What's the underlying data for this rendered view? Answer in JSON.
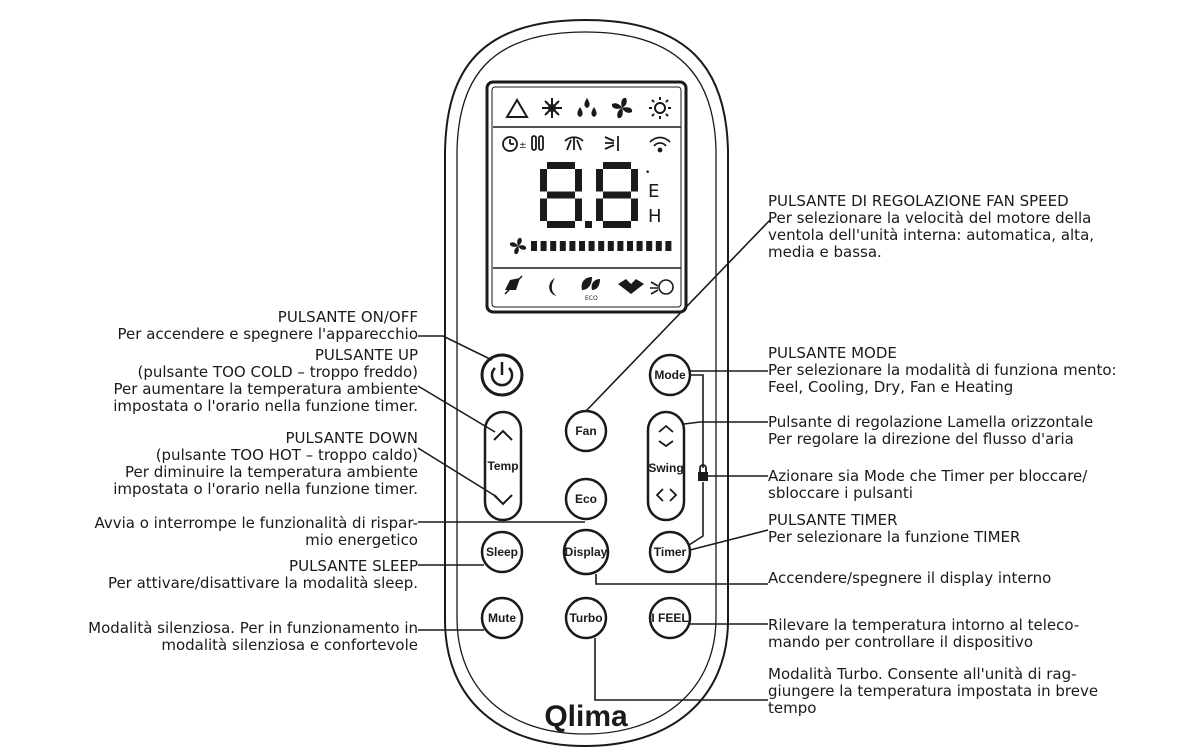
{
  "brand": "Qlima",
  "lcd": {
    "digits": "88",
    "unit_top": "E",
    "unit_bottom": "H"
  },
  "buttons": {
    "fan": "Fan",
    "mode": "Mode",
    "temp": "Temp",
    "eco": "Eco",
    "swing": "Swing",
    "sleep": "Sleep",
    "display": "Display",
    "timer": "Timer",
    "mute": "Mute",
    "turbo": "Turbo",
    "ifeel": "I FEEL"
  },
  "annotations": {
    "fan_speed": [
      "PULSANTE DI REGOLAZIONE FAN SPEED",
      "Per selezionare la velocità del motore della",
      "ventola dell'unità interna: automatica, alta,",
      "media e bassa."
    ],
    "on_off": [
      "PULSANTE ON/OFF",
      "Per accendere e spegnere l'apparecchio"
    ],
    "up": [
      "PULSANTE UP",
      "(pulsante TOO COLD – troppo freddo)",
      "Per aumentare la temperatura ambiente",
      "impostata o l'orario nella funzione timer."
    ],
    "down": [
      "PULSANTE DOWN",
      "(pulsante TOO HOT – troppo caldo)",
      "Per diminuire la temperatura ambiente",
      "impostata o l'orario nella funzione timer."
    ],
    "eco": [
      "Avvia o interrompe le funzionalità di rispar-",
      "mio energetico"
    ],
    "sleep": [
      "PULSANTE SLEEP",
      "Per attivare/disattivare la modalità sleep."
    ],
    "mute": [
      "Modalità silenziosa. Per in funzionamento in",
      "modalità silenziosa e confortevole"
    ],
    "mode": [
      "PULSANTE MODE",
      "Per selezionare la modalità di funziona mento:",
      "Feel, Cooling, Dry, Fan e Heating"
    ],
    "swing": [
      "Pulsante di regolazione Lamella orizzontale",
      "Per regolare la direzione del flusso d'aria"
    ],
    "lock": [
      "Azionare sia Mode che Timer per bloccare/",
      "sbloccare i pulsanti"
    ],
    "timer": [
      "PULSANTE TIMER",
      "Per selezionare la funzione TIMER"
    ],
    "display": [
      "Accendere/spegnere il display interno"
    ],
    "ifeel": [
      "Rilevare la temperatura intorno al teleco-",
      "mando per controllare il dispositivo"
    ],
    "turbo": [
      "Modalità Turbo. Consente all'unità di rag-",
      "giungere la temperatura impostata in breve",
      "tempo"
    ]
  }
}
